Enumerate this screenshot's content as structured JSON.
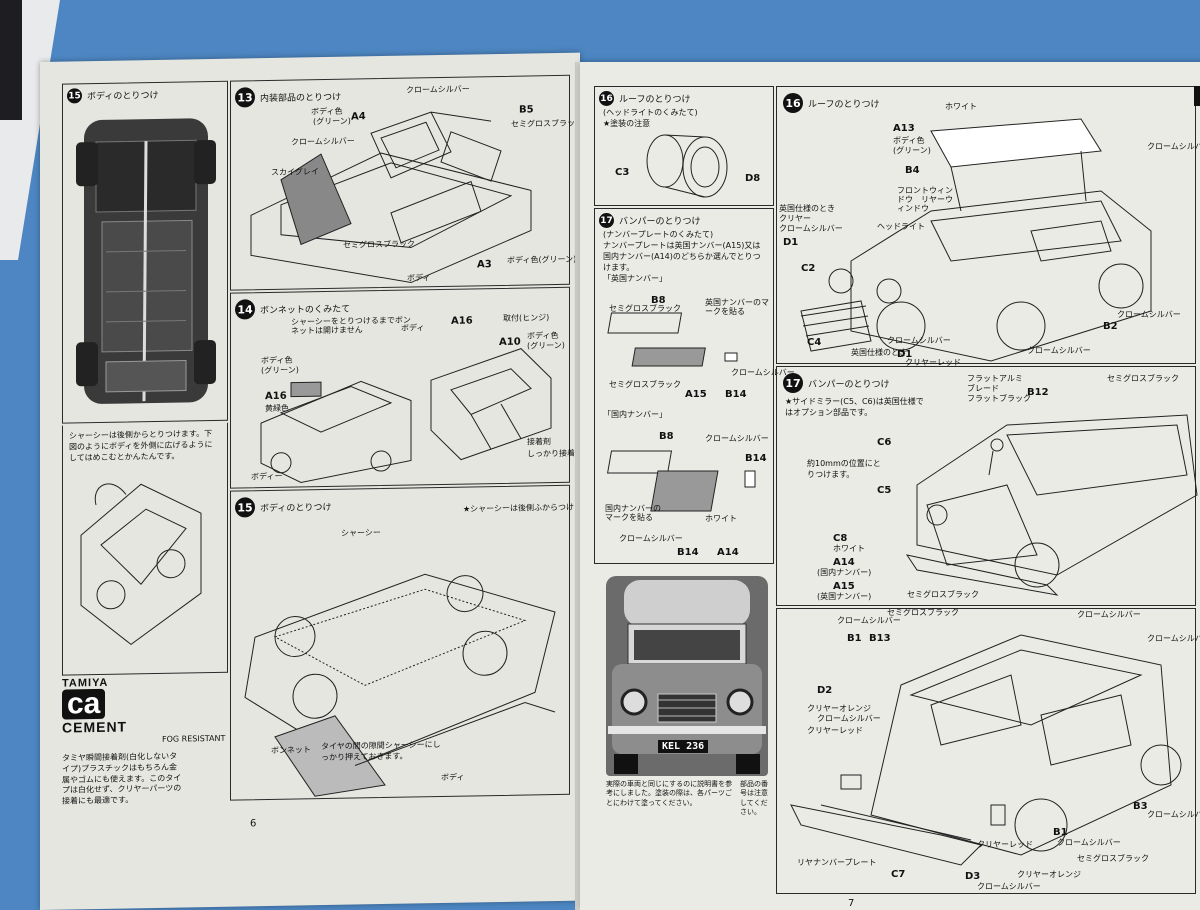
{
  "left_page": {
    "page_number": "6",
    "step15_top": {
      "number": "15",
      "title": "ボディのとりつけ"
    },
    "step13": {
      "number": "13",
      "title": "内装部品のとりつけ",
      "labels": [
        "クロームシルバー",
        "ボディ色",
        "(グリーン)",
        "A4",
        "クロームシルバー",
        "スカイグレイ",
        "B5",
        "セミグロスブラック",
        "セミグロスブラック",
        "ボディ色(グリーン)",
        "A3",
        "ボディ"
      ]
    },
    "step14": {
      "number": "14",
      "title": "ボンネットのくみたて",
      "labels": [
        "シャーシーをとりつけるまでボンネットは開けません",
        "ボディ色",
        "(グリーン)",
        "A16",
        "ボディ",
        "A10",
        "黄緑色",
        "ボディ色",
        "(グリーン)",
        "A16",
        "取付(ヒンジ)",
        "ボディー",
        "接着剤",
        "しっかり接着"
      ]
    },
    "chassis_note": "シャーシーは後側からとりつけます。下図のようにボディを外側に広げるようにしてはめこむとかんたんです。",
    "step15": {
      "number": "15",
      "title": "ボディのとりつけ",
      "labels": [
        "シャーシー",
        "★シャーシーは後側ふからつけます。",
        "ボンネット",
        "タイヤの間の隙間シャーシーにしっかり押えておきます。",
        "ボディ"
      ]
    },
    "cement": {
      "brand": "TAMIYA",
      "mark": "ca",
      "word": "CEMENT",
      "note": "FOG RESISTANT",
      "desc": "タミヤ瞬間接着剤(白化しないタイプ)プラスチックはもちろん金属やゴムにも使えます。このタイプは白化せず、クリヤーパーツの接着にも最適です。"
    }
  },
  "right_page": {
    "page_number": "7",
    "step16a": {
      "number": "16",
      "title": "ルーフのとりつけ",
      "subtitle": "(ヘッドライトのくみたて)",
      "note": "★塗装の注意",
      "labels": [
        "C3",
        "D8"
      ]
    },
    "step17a": {
      "number": "17",
      "title": "バンパーのとりつけ",
      "sub": "(ナンバープレートのくみたて)",
      "desc": "ナンバープレートは英国ナンバー(A15)又は国内ナンバー(A14)のどちらか選んでとりつけます。",
      "uk_label": "「英国ナンバー」",
      "jp_label": "「国内ナンバー」",
      "labels": [
        "B8",
        "セミグロスブラック",
        "英国ナンバーのマークを貼る",
        "セミグロスブラック",
        "A15",
        "B14",
        "クロームシルバー",
        "B8",
        "クロームシルバー",
        "B14",
        "国内ナンバーのマークを貼る",
        "ホワイト",
        "クロームシルバー",
        "B14",
        "A14"
      ]
    },
    "photo": {
      "plate": "KEL 236"
    },
    "photo_caption": "実際の車両と同じにするのに説明書を参考にしました。塗装の際は、各パーツごとにわけて塗ってください。",
    "caption_side": "部品の番号は注意してください。",
    "step16b": {
      "number": "16",
      "title": "ルーフのとりつけ",
      "labels": [
        "ホワイト",
        "A13",
        "ボディ色",
        "(グリーン)",
        "B4",
        "クロームシルバー",
        "フロントウィンドウ　リヤーウィンドウ",
        "ヘッドライト",
        "英国仕様のとき",
        "クリヤー",
        "クロームシルバー",
        "D1",
        "C2",
        "C4",
        "英国仕様のとき",
        "D1",
        "クリヤーレッド",
        "クロームシルバー",
        "B2",
        "クロームシルバー",
        "クロームシルバー"
      ]
    },
    "step17b": {
      "number": "17",
      "title": "バンパーのとりつけ",
      "note": "★サイドミラー(C5、C6)は英国仕様ではオプション部品です。",
      "labels": [
        "フラットアルミ",
        "ブレード",
        "フラットブラック",
        "B12",
        "セミグロスブラック",
        "C6",
        "約10mmの位置にとりつけます。",
        "C5",
        "C8",
        "ホワイト",
        "A14",
        "(国内ナンバー)",
        "A15",
        "(英国ナンバー)",
        "セミグロスブラック"
      ]
    },
    "step_rear": {
      "labels": [
        "クロームシルバー",
        "セミグロスブラック",
        "クロームシルバー",
        "B13",
        "B1",
        "クロームシルバー",
        "D2",
        "クリヤーオレンジ",
        "クリヤーレッド",
        "クロームシルバー",
        "B3",
        "クロームシルバー",
        "B1",
        "クロームシルバー",
        "クリヤーレッド",
        "セミグロスブラック",
        "リヤナンバープレート",
        "C7",
        "D3",
        "クリヤーオレンジ",
        "クロームシルバー"
      ]
    }
  }
}
